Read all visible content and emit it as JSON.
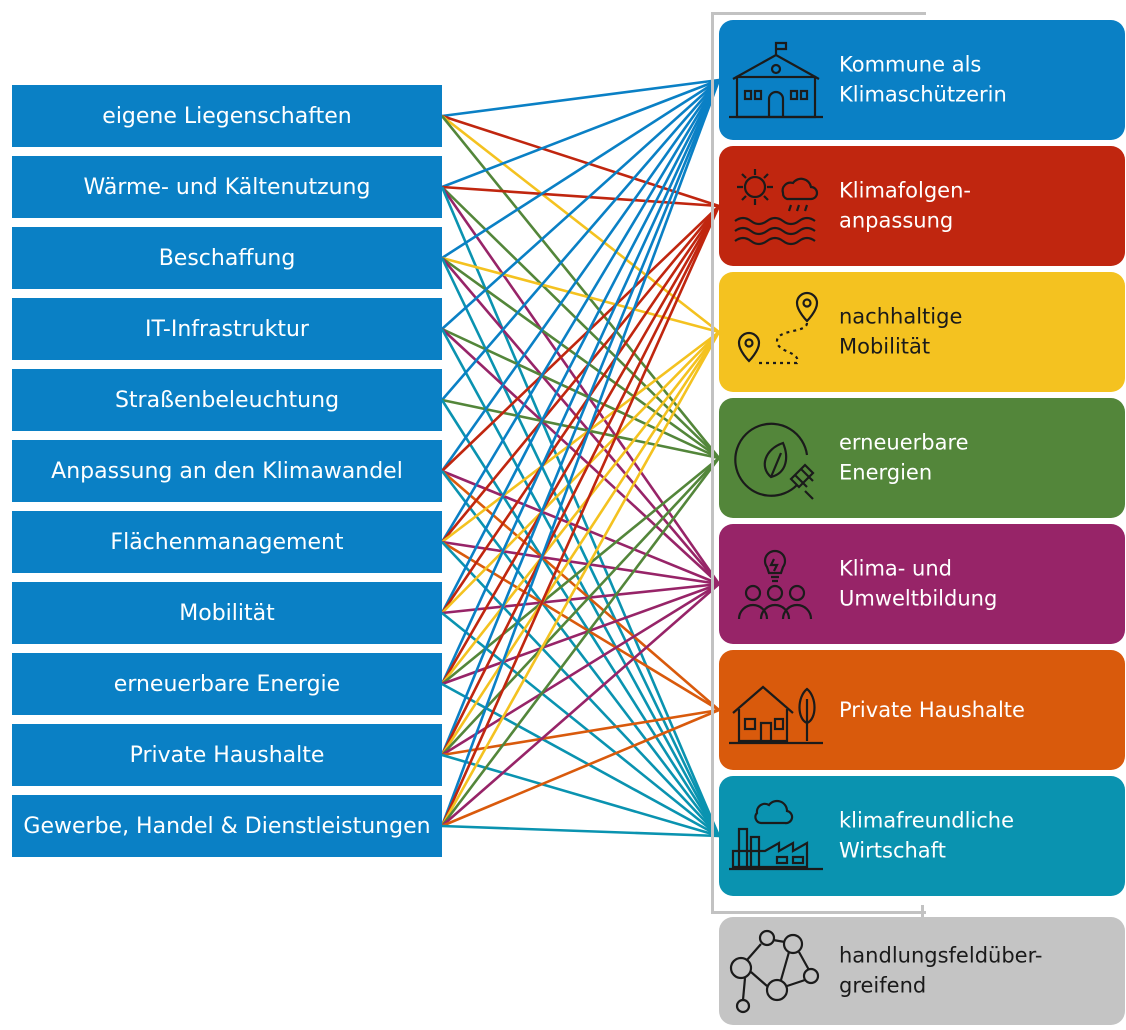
{
  "left_items": [
    "eigene Liegenschaften",
    "Wärme- und Kältenutzung",
    "Beschaffung",
    "IT-Infrastruktur",
    "Straßenbeleuchtung",
    "Anpassung an den Klimawandel",
    "Flächenmanagement",
    "Mobilität",
    "erneuerbare Energie",
    "Private Haushalte",
    "Gewerbe, Handel & Dienstleistungen"
  ],
  "right_items": [
    {
      "line1": "Kommune als",
      "line2": "Klimaschützerin",
      "color": "#0a80c5",
      "text_color": "#ffffff",
      "icon": "town-hall-icon"
    },
    {
      "line1": "Klimafolgen-",
      "line2": "anpassung",
      "color": "#c0260f",
      "text_color": "#ffffff",
      "icon": "sun-rain-waves-icon"
    },
    {
      "line1": "nachhaltige",
      "line2": "Mobilität",
      "color": "#f4c220",
      "text_color": "#1a1a1a",
      "icon": "route-pins-icon"
    },
    {
      "line1": "erneuerbare",
      "line2": "Energien",
      "color": "#53863a",
      "text_color": "#ffffff",
      "icon": "leaf-plug-icon"
    },
    {
      "line1": "Klima- und",
      "line2": "Umweltbildung",
      "color": "#972468",
      "text_color": "#ffffff",
      "icon": "people-idea-icon"
    },
    {
      "line1": "Private Haushalte",
      "line2": "",
      "color": "#d95a0c",
      "text_color": "#ffffff",
      "icon": "house-tree-icon"
    },
    {
      "line1": "klimafreundliche",
      "line2": "Wirtschaft",
      "color": "#0a93b0",
      "text_color": "#ffffff",
      "icon": "factory-icon"
    },
    {
      "line1": "handlungsfeldüber-",
      "line2": "greifend",
      "color": "#c4c4c4",
      "text_color": "#1a1a1a",
      "icon": "network-people-icon"
    }
  ],
  "connections": [
    [
      0,
      0
    ],
    [
      0,
      1
    ],
    [
      0,
      2
    ],
    [
      0,
      3
    ],
    [
      1,
      0
    ],
    [
      1,
      1
    ],
    [
      1,
      3
    ],
    [
      1,
      4
    ],
    [
      1,
      6
    ],
    [
      2,
      0
    ],
    [
      2,
      2
    ],
    [
      2,
      3
    ],
    [
      2,
      4
    ],
    [
      2,
      6
    ],
    [
      3,
      0
    ],
    [
      3,
      3
    ],
    [
      3,
      4
    ],
    [
      3,
      6
    ],
    [
      4,
      0
    ],
    [
      4,
      3
    ],
    [
      4,
      6
    ],
    [
      5,
      0
    ],
    [
      5,
      1
    ],
    [
      5,
      4
    ],
    [
      5,
      5
    ],
    [
      5,
      6
    ],
    [
      6,
      0
    ],
    [
      6,
      1
    ],
    [
      6,
      2
    ],
    [
      6,
      4
    ],
    [
      6,
      5
    ],
    [
      6,
      6
    ],
    [
      7,
      0
    ],
    [
      7,
      1
    ],
    [
      7,
      2
    ],
    [
      7,
      4
    ],
    [
      7,
      6
    ],
    [
      8,
      0
    ],
    [
      8,
      1
    ],
    [
      8,
      2
    ],
    [
      8,
      3
    ],
    [
      8,
      4
    ],
    [
      8,
      6
    ],
    [
      9,
      0
    ],
    [
      9,
      1
    ],
    [
      9,
      2
    ],
    [
      9,
      3
    ],
    [
      9,
      4
    ],
    [
      9,
      5
    ],
    [
      9,
      6
    ],
    [
      10,
      0
    ],
    [
      10,
      1
    ],
    [
      10,
      2
    ],
    [
      10,
      3
    ],
    [
      10,
      4
    ],
    [
      10,
      5
    ],
    [
      10,
      6
    ]
  ]
}
